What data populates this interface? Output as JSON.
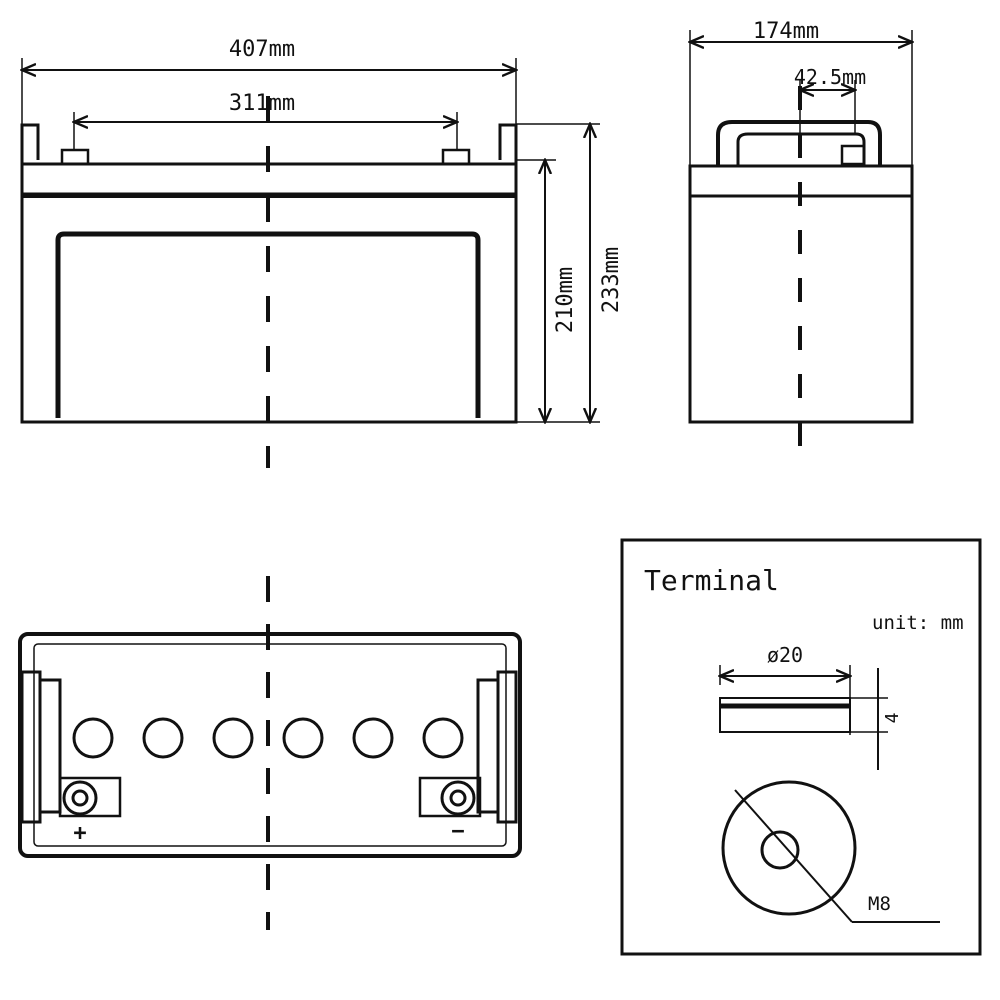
{
  "front_view": {
    "dim_length": "407mm",
    "dim_terminal_spacing": "311mm",
    "dim_height_case": "210mm",
    "dim_height_total": "233mm"
  },
  "side_view": {
    "dim_width": "174mm",
    "dim_handle": "42.5mm"
  },
  "top_view": {
    "positive_sign": "+",
    "negative_sign": "−",
    "vent_cap_count": 6
  },
  "terminal_detail": {
    "title": "Terminal",
    "unit_note": "unit: mm",
    "diameter_label": "ø20",
    "thickness_label": "4",
    "bolt_label": "M8"
  }
}
